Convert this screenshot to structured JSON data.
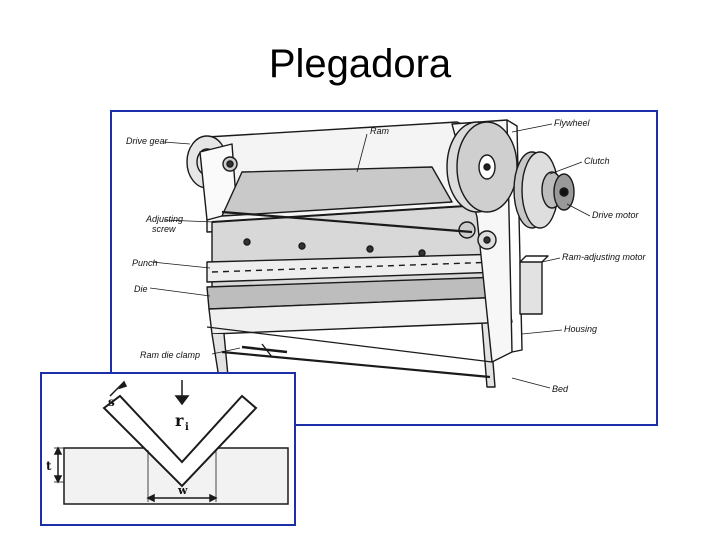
{
  "title": "Plegadora",
  "colors": {
    "frame": "#1c2fa8",
    "ink": "#1a1a1a"
  },
  "machine": {
    "labels": {
      "drive_gear": "Drive gear",
      "ram": "Ram",
      "flywheel": "Flywheel",
      "clutch": "Clutch",
      "drive_motor": "Drive motor",
      "adjusting_screw_1": "Adjusting",
      "adjusting_screw_2": "screw",
      "punch": "Punch",
      "die": "Die",
      "ram_adjusting_motor": "Ram-adjusting motor",
      "housing": "Housing",
      "ram_die_clamp": "Ram die clamp",
      "bed": "Bed"
    }
  },
  "bend": {
    "s": "s",
    "ri": "r",
    "ri_sub": "i",
    "t": "t",
    "w": "w"
  }
}
